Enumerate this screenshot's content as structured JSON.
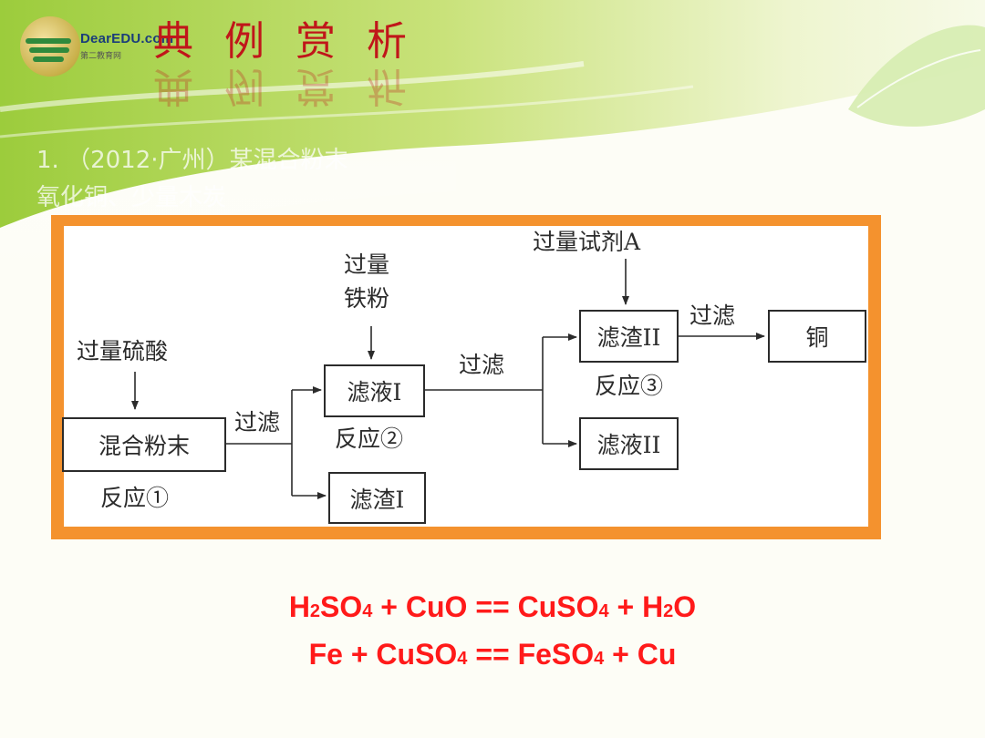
{
  "logo": {
    "brand": "DearEDU.com",
    "sub": "第二教育网"
  },
  "slide": {
    "title": "典 例 赏 析",
    "question_line1": "1. （2012·广州）某混合粉末",
    "question_line2": "氧化铜、少量木炭"
  },
  "diagram": {
    "boxes": {
      "mixed_powder": "混合粉末",
      "filtrate_1": "滤液I",
      "residue_1": "滤渣I",
      "residue_2": "滤渣II",
      "filtrate_2": "滤液II",
      "copper": "铜"
    },
    "labels": {
      "excess_sulfuric_acid": "过量硫酸",
      "excess_iron_powder_line1": "过量",
      "excess_iron_powder_line2": "铁粉",
      "excess_reagent_a": "过量试剂A",
      "filter_1": "过滤",
      "filter_2": "过滤",
      "filter_3": "过滤",
      "reaction_1": "反应①",
      "reaction_2": "反应②",
      "reaction_3": "反应③"
    }
  },
  "equations": {
    "eq1": {
      "p1": "H",
      "s1": "2",
      "p2": "SO",
      "s2": "4",
      "p3": " + CuO == CuSO",
      "s3": "4",
      "p4": " + H",
      "s4": "2",
      "p5": "O"
    },
    "eq2": {
      "p1": "Fe + CuSO",
      "s1": "4",
      "p2": " == FeSO",
      "s2": "4",
      "p3": " + Cu"
    }
  },
  "colors": {
    "title": "#c0161a",
    "frame": "#f4922e",
    "equation": "#ff1a1a"
  }
}
